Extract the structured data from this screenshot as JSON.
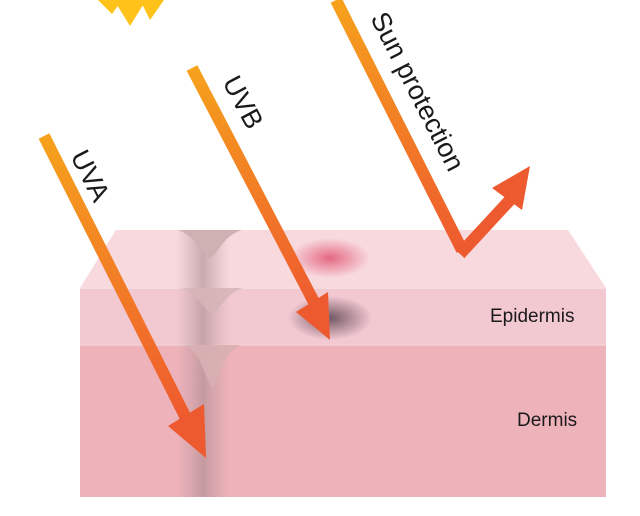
{
  "rays": [
    {
      "label": "UVA",
      "penetration": "dermis"
    },
    {
      "label": "UVB",
      "penetration": "epidermis"
    },
    {
      "label": "Sun protection",
      "penetration": "reflected"
    }
  ],
  "layers": {
    "epidermis": "Epidermis",
    "dermis": "Dermis"
  },
  "colors": {
    "ray_start": "#f6a21c",
    "ray_end": "#ee5a2f",
    "surface": "#f8d9de",
    "epidermis": "#f2c8d1",
    "dermis": "#eeb2ba",
    "sun": "#ffc21a"
  }
}
